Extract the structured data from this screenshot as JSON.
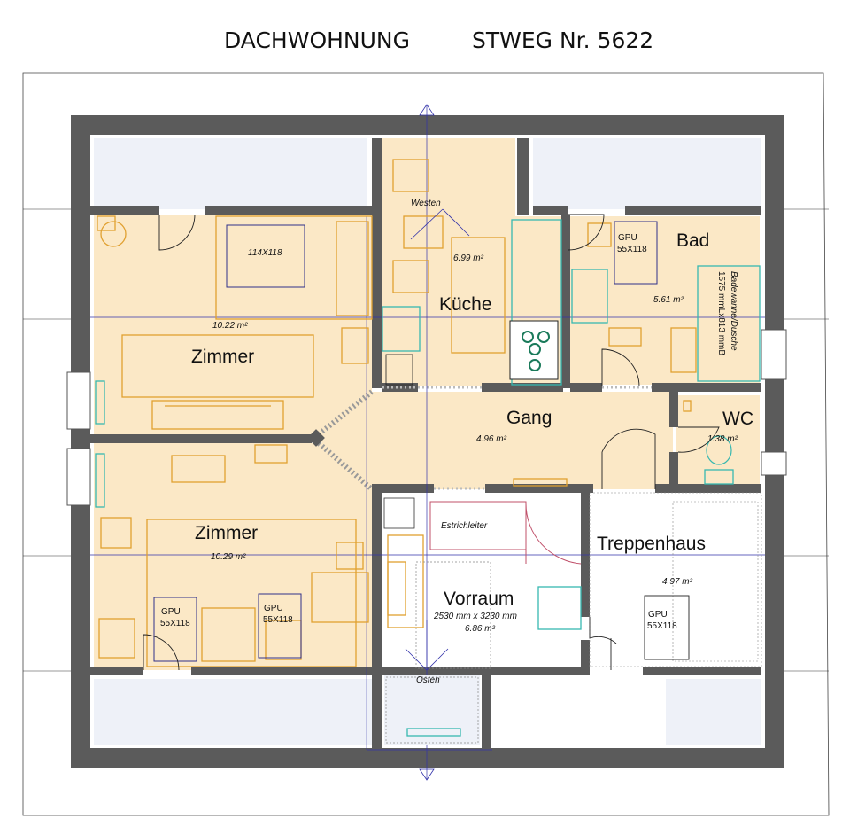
{
  "title": {
    "left": "DACHWOHNUNG",
    "right": "STWEG Nr. 5622"
  },
  "rooms": {
    "zimmer_top": {
      "label": "Zimmer",
      "area": "10.22 m²"
    },
    "zimmer_bottom": {
      "label": "Zimmer",
      "area": "10.29 m²"
    },
    "kueche": {
      "label": "Küche",
      "area": "6.99 m²"
    },
    "bad": {
      "label": "Bad",
      "area": "5.61 m²"
    },
    "gang": {
      "label": "Gang",
      "area": "4.96 m²"
    },
    "wc": {
      "label": "WC",
      "area": "1.38 m²"
    },
    "treppenhaus": {
      "label": "Treppenhaus",
      "area": "4.97 m²"
    },
    "vorraum": {
      "label": "Vorraum",
      "dims": "2530 mm x 3230 mm",
      "area": "6.86 m²"
    }
  },
  "annotations": {
    "bed": "114X118",
    "gpu_label": "GPU",
    "gpu_size": "55X118",
    "estrichleiter": "Estrichleiter",
    "westen": "Westen",
    "osten": "Osten",
    "bathtub_line1": "1575 mmLx813 mmB",
    "bathtub_line2": "Badewanne/Dusche"
  },
  "colors": {
    "floor": "#fbe8c6",
    "wall": "#5b5b5b",
    "furniture": "#e0a030",
    "fixtures": "#37b8b0"
  }
}
